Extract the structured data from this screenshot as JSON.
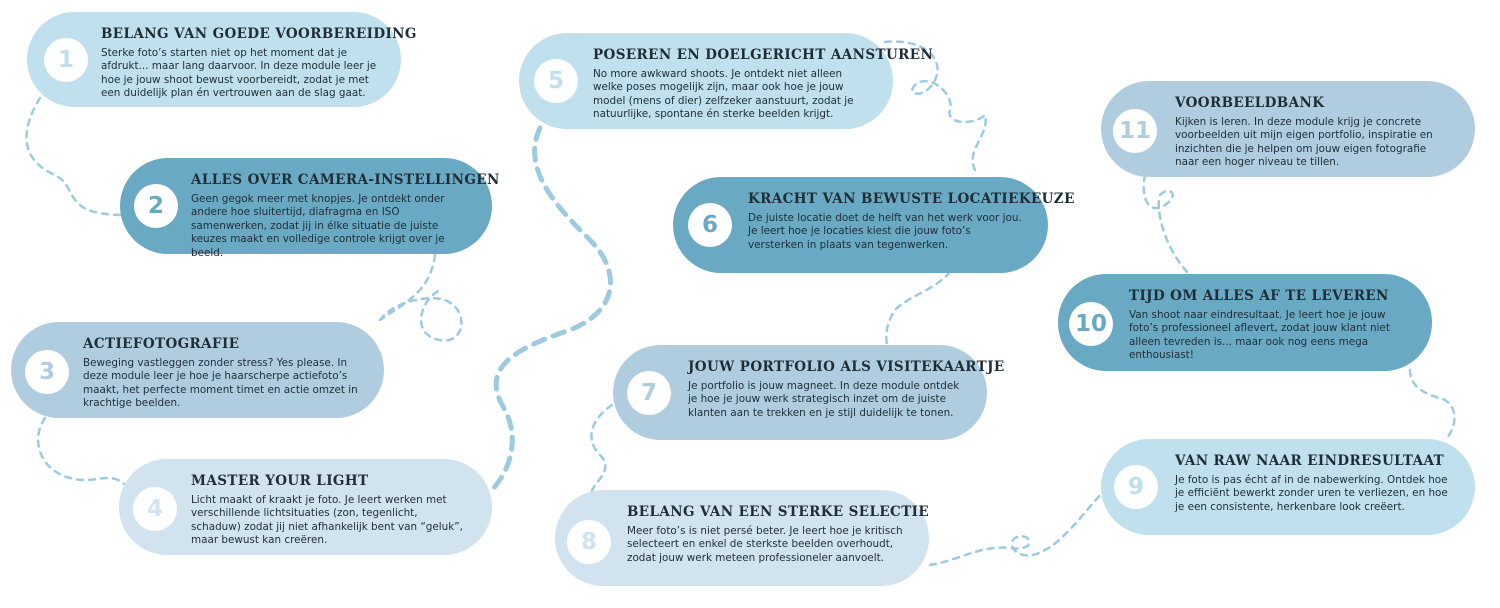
{
  "colors": {
    "light": "#bfe0ec",
    "mid": "#b0cde0",
    "dark": "#6aa9c3",
    "pale": "#d0e3ef",
    "path": "#9ccbe0"
  },
  "modules": [
    {
      "number": "1",
      "title": "BELANG VAN GOEDE VOORBEREIDING",
      "text": "Sterke foto’s starten niet op het moment dat je afdrukt... maar lang daarvoor. In deze module leer je hoe je jouw shoot bewust voorbereidt, zodat je met een duidelijk plan én vertrouwen aan de slag gaat."
    },
    {
      "number": "2",
      "title": "ALLES OVER CAMERA-INSTELLINGEN",
      "text": "Geen gegok meer met knopjes. Je ontdekt onder andere hoe sluitertijd, diafragma en ISO samenwerken, zodat jij in élke situatie de juiste keuzes maakt en volledige controle krijgt over je beeld."
    },
    {
      "number": "3",
      "title": "ACTIEFOTOGRAFIE",
      "text": "Beweging vastleggen zonder stress? Yes please. In deze module leer je hoe je haarscherpe actiefoto’s maakt, het perfecte moment timet en actie omzet in krachtige beelden."
    },
    {
      "number": "4",
      "title": "MASTER YOUR LIGHT",
      "text": "Licht maakt of kraakt je foto. Je leert werken met verschillende lichtsituaties (zon, tegenlicht, schaduw) zodat jij niet afhankelijk bent van “geluk”, maar bewust kan creëren."
    },
    {
      "number": "5",
      "title": "POSEREN EN DOELGERICHT AANSTUREN",
      "text": "No more awkward shoots. Je ontdekt niet alleen welke poses mogelijk zijn, maar ook hoe je jouw model (mens of dier) zelfzeker aanstuurt, zodat je natuurlijke, spontane én sterke beelden krijgt."
    },
    {
      "number": "6",
      "title": "KRACHT VAN BEWUSTE LOCATIEKEUZE",
      "text": "De juiste locatie doet de helft van het werk voor jou. Je leert hoe je locaties kiest die jouw foto’s versterken in plaats van tegenwerken."
    },
    {
      "number": "7",
      "title": "JOUW PORTFOLIO ALS VISITEKAARTJE",
      "text": "Je portfolio is jouw magneet. In deze module ontdek je hoe je jouw werk strategisch inzet om de juiste klanten aan te trekken en je stijl duidelijk te tonen."
    },
    {
      "number": "8",
      "title": "BELANG VAN EEN STERKE SELECTIE",
      "text": "Meer foto’s is niet persé beter. Je leert hoe je kritisch selecteert en enkel de sterkste beelden overhoudt, zodat jouw werk meteen professioneler aanvoelt."
    },
    {
      "number": "9",
      "title": "VAN RAW NAAR EINDRESULTAAT",
      "text": "Je foto is pas écht af in de nabewerking. Ontdek hoe je efficiënt bewerkt zonder uren te verliezen, en hoe je een consistente, herkenbare look creëert."
    },
    {
      "number": "10",
      "title": "TIJD OM ALLES AF TE LEVEREN",
      "text": "Van shoot naar eindresultaat. Je leert hoe je jouw foto’s professioneel aflevert, zodat jouw klant niet alleen tevreden is... maar ook nog eens mega enthousiast!"
    },
    {
      "number": "11",
      "title": "VOORBEELDBANK",
      "text": "Kijken is leren. In deze module krijg je concrete voorbeelden uit mijn eigen portfolio, inspiratie en inzichten die je helpen om jouw eigen fotografie naar een hoger niveau te tillen."
    }
  ]
}
